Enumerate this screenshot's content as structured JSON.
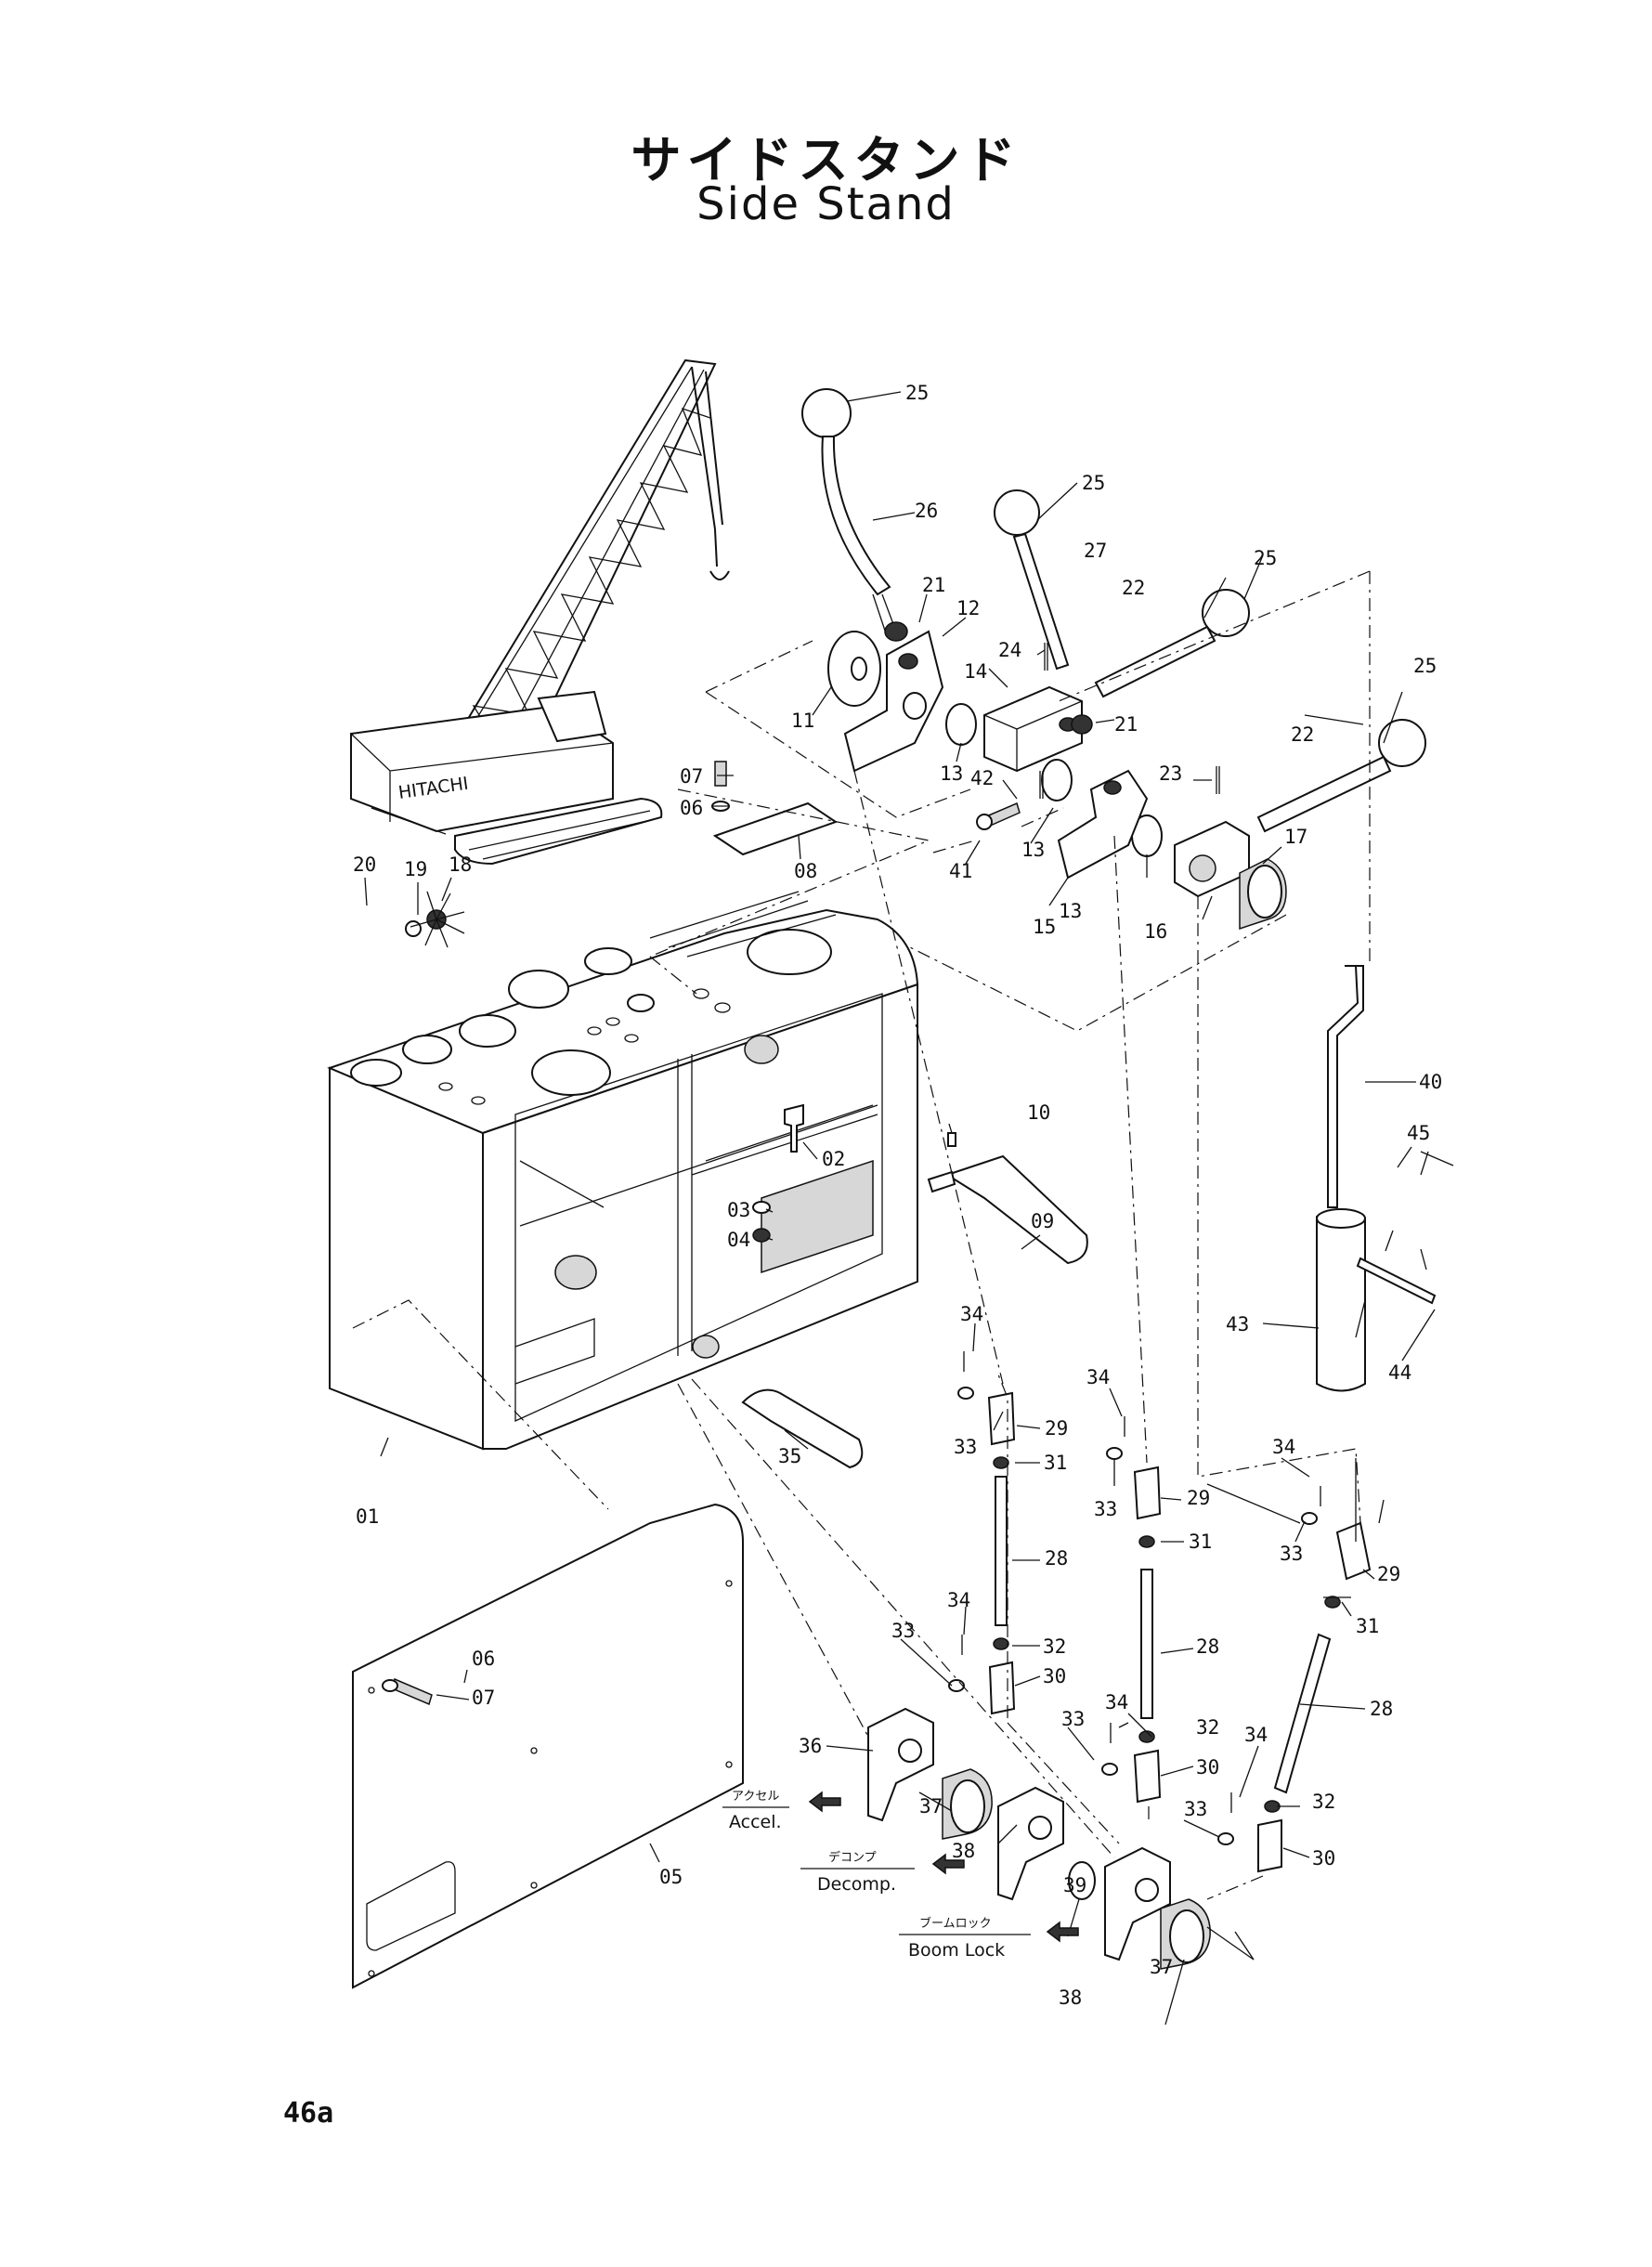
{
  "title_jp": "サイドスタンド",
  "title_en": "Side Stand",
  "page_number": "46a",
  "controls": [
    {
      "jp": "アクセル",
      "en": "Accel."
    },
    {
      "jp": "デコンプ",
      "en": "Decomp."
    },
    {
      "jp": "ブームロック",
      "en": "Boom Lock"
    }
  ],
  "part_labels": [
    "25",
    "26",
    "25",
    "27",
    "25",
    "22",
    "25",
    "22",
    "21",
    "12",
    "24",
    "14",
    "21",
    "11",
    "13",
    "42",
    "13",
    "23",
    "13",
    "17",
    "07",
    "06",
    "08",
    "41",
    "15",
    "16",
    "20",
    "19",
    "18",
    "40",
    "10",
    "02",
    "09",
    "45",
    "03",
    "04",
    "43",
    "44",
    "34",
    "34",
    "29",
    "33",
    "35",
    "34",
    "31",
    "33",
    "29",
    "33",
    "31",
    "01",
    "29",
    "28",
    "31",
    "34",
    "06",
    "32",
    "28",
    "33",
    "07",
    "30",
    "34",
    "28",
    "33",
    "32",
    "30",
    "34",
    "36",
    "32",
    "37",
    "33",
    "30",
    "38",
    "39",
    "05",
    "37",
    "38"
  ]
}
